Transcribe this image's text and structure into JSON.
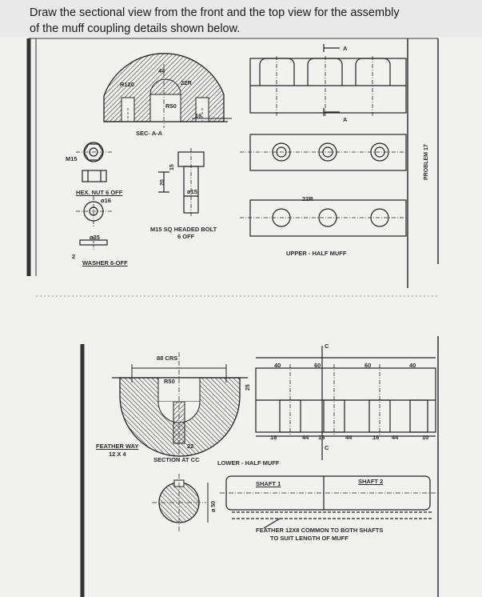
{
  "heading": {
    "line1": "Draw the sectional view from the front and the top view for the assembly",
    "line2": "of the muff coupling details shown below."
  },
  "labels": {
    "sec_aa": "SEC- A-A",
    "hex_nut": "HEX. NUT 6 OFF",
    "washer": "WASHER 6-OFF",
    "bolt": "M15 SQ HEADED BOLT",
    "bolt_qty": "6 OFF",
    "upper_half": "UPPER - HALF  MUFF",
    "lower_half": "LOWER - HALF  MUFF",
    "section_cc": "SECTION AT CC",
    "feather_way": "FEATHER WAY",
    "feather_size": "12 X 4",
    "shaft1": "SHAFT 1",
    "shaft2": "SHAFT 2",
    "feather_note1": "FEATHER 12X8 COMMON TO BOTH SHAFTS",
    "feather_note2": "TO SUIT LENGTH OF MUFF",
    "problem": "PROBLEM 17",
    "m15": "M15"
  },
  "dims": {
    "r120": "R120",
    "d44": "44",
    "r22": "22R",
    "r50": "R50",
    "d15": "15",
    "d16": "16",
    "d20": "20",
    "phi16": "ø16",
    "phi35": "ø35",
    "phi15": "ø15",
    "t2": "2",
    "crs88": "88 CRS",
    "r50b": "R50",
    "d25": "25",
    "d22": "22",
    "d40": "40",
    "d60": "60",
    "d60b": "60",
    "d40b": "40",
    "d44b": "44",
    "d16b": "16",
    "d44c": "44",
    "d16c": "16",
    "d44d": "44",
    "d18": "18",
    "d10": "10",
    "phi50": "ø 50",
    "sec_a": "A",
    "sec_a2": "A",
    "sec_c": "C",
    "sec_c2": "C"
  }
}
